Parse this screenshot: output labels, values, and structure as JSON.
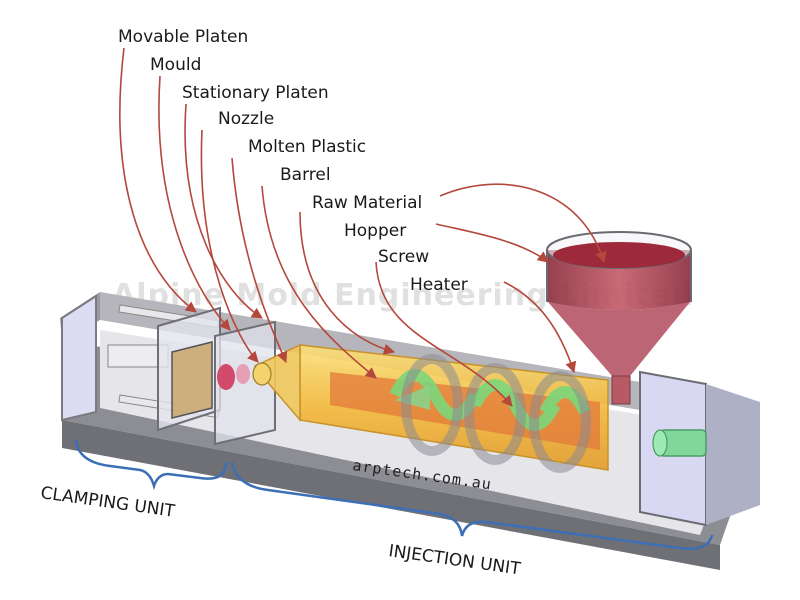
{
  "diagram": {
    "labels": {
      "movable_platen": "Movable Platen",
      "mould": "Mould",
      "stationary_platen": "Stationary Platen",
      "nozzle": "Nozzle",
      "molten_plastic": "Molten Plastic",
      "barrel": "Barrel",
      "raw_material": "Raw Material",
      "hopper": "Hopper",
      "screw": "Screw",
      "heater": "Heater"
    },
    "units": {
      "clamping": "CLAMPING UNIT",
      "injection": "INJECTION UNIT"
    },
    "watermark": "Alpine Mold Engineering Limited",
    "website": "arptech.com.au",
    "colors": {
      "arrow": "#b5483c",
      "frame": "#7a7a80",
      "barrel": "#f3c23c",
      "plastic": "#d9663a",
      "screw_flight": "#8ee08a",
      "hopper_material": "#a83a4a",
      "end_panel": "#d9d8f2",
      "brace": "#3c6fb5"
    }
  }
}
